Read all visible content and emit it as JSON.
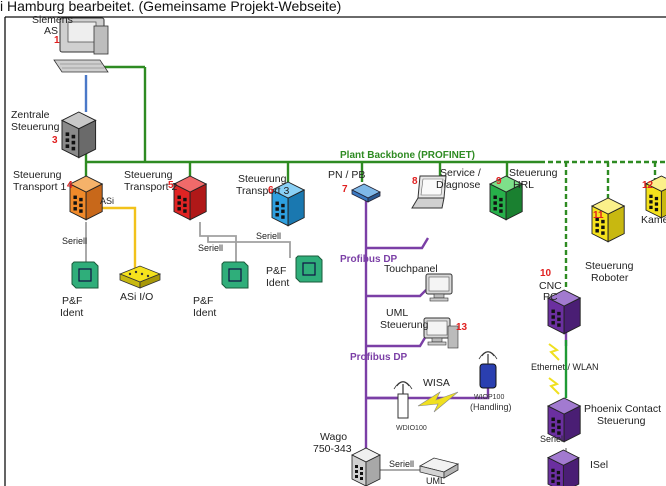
{
  "caption": "i Hamburg bearbeitet. (Gemeinsame Projekt-Webseite)",
  "colors": {
    "profinet": "#2e8b22",
    "asi": "#f2c21b",
    "serial": "#a0a0a0",
    "profibus": "#7b3fa6",
    "ethernet_link": "#1e9a34",
    "wireless": "#f0e020",
    "upper_link": "#4a78c8",
    "cube_orange": "#f08a2a",
    "cube_red": "#e02424",
    "cube_blue": "#2ea0e0",
    "cube_green": "#27b04a",
    "cube_yellow": "#f5e21c",
    "cube_purple": "#6b2fa0",
    "cube_gray": "#8a8a8a",
    "number_red": "#e02020"
  },
  "bus_labels": {
    "plant_backbone": "Plant Backbone (PROFINET)",
    "profibus_1": "Profibus DP",
    "profibus_2": "Profibus DP",
    "ethernet_wlan": "Ethernet / WLAN",
    "wisa": "WISA",
    "asi": "ASi",
    "seriell_1": "Seriell",
    "seriell_2": "Seriell",
    "seriell_3": "Seriell",
    "seriell_4": "Seriell",
    "seriell_5": "Seriell"
  },
  "nodes": {
    "siemens": {
      "line1": "Siemens",
      "line2": "AS",
      "num": "1"
    },
    "zentrale": {
      "line1": "Zentrale",
      "line2": "Steuerung",
      "num": "3"
    },
    "transport1": {
      "line1": "Steuerung",
      "line2": "Transport 1",
      "num": "4"
    },
    "transport2": {
      "line1": "Steuerung",
      "line2": "Transport 2",
      "num": "5"
    },
    "transport3": {
      "line1": "Steuerung",
      "line2": "Transport 3",
      "num": "6"
    },
    "pnpb": {
      "line1": "PN / PB",
      "num": "7"
    },
    "service": {
      "line1": "Service /",
      "line2": "Diagnose",
      "num": "8"
    },
    "hrl": {
      "line1": "Steuerung",
      "line2": "HRL",
      "num": "9"
    },
    "cnc": {
      "line1": "CNC",
      "line2": "PC",
      "num": "10"
    },
    "roboter": {
      "line1": "Steuerung",
      "line2": "Roboter",
      "num": "11"
    },
    "kamera": {
      "line1": "Kame",
      "num": "12"
    },
    "uml": {
      "line1": "UML",
      "line2": "Steuerung",
      "num": "13"
    },
    "pf_ident_1": {
      "line1": "P&F",
      "line2": "Ident"
    },
    "pf_ident_2": {
      "line1": "P&F",
      "line2": "Ident"
    },
    "pf_ident_3": {
      "line1": "P&F",
      "line2": "Ident"
    },
    "asi_io": {
      "line1": "ASi I/O"
    },
    "touchpanel": {
      "line1": "Touchpanel"
    },
    "wdio": {
      "line1": "WDIO100"
    },
    "wiop": {
      "line1": "WIOP100",
      "line2": "(Handling)"
    },
    "wago": {
      "line1": "Wago",
      "line2": "750-343"
    },
    "uml_bottom": {
      "line1": "UML"
    },
    "phoenix": {
      "line1": "Phoenix Contact",
      "line2": "Steuerung"
    },
    "isel": {
      "line1": "ISel"
    }
  }
}
